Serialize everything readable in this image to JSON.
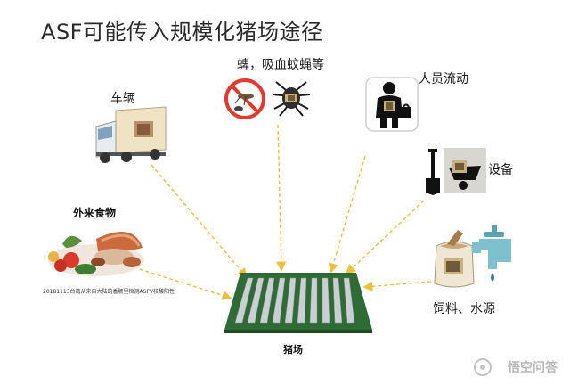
{
  "title": "ASF可能传入规模化猪场途径",
  "sources": {
    "vehicle": "车辆",
    "insects": "蜱，吸血蚊蝇等",
    "personnel": "人员流动",
    "equipment": "设备",
    "food": "外来食物",
    "feed_water": "饲料、水源"
  },
  "food_note": "20181113台湾从来自大陆的香肠里检测ASFV核酸阳性",
  "destination": "猪场",
  "watermark": "悟空问答",
  "colors": {
    "arrow": "#f0bf3a",
    "farm_green": "#2f6b34",
    "farm_roof": "#c9cfd2"
  }
}
